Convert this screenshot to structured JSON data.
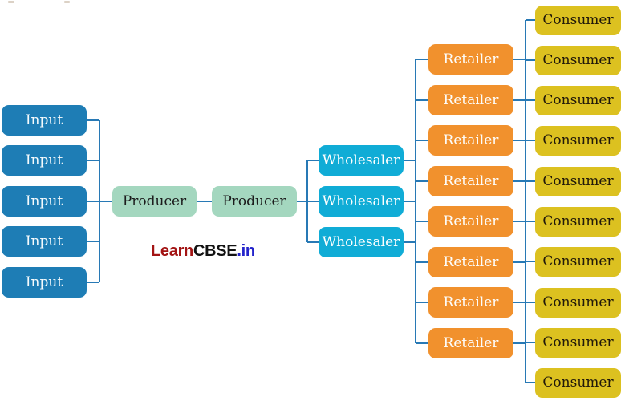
{
  "watermark": {
    "part1": "Learn",
    "part2": "CBSE",
    "part3": ".in"
  },
  "levels": {
    "inputs": {
      "name": "Inputs",
      "items": [
        "Input",
        "Input",
        "Input",
        "Input",
        "Input"
      ]
    },
    "producers": {
      "name": "Producers",
      "items": [
        "Producer",
        "Producer"
      ]
    },
    "wholesalers": {
      "name": "Wholesalers",
      "items": [
        "Wholesaler",
        "Wholesaler",
        "Wholesaler"
      ]
    },
    "retailers": {
      "name": "Retailers",
      "items": [
        "Retailer",
        "Retailer",
        "Retailer",
        "Retailer",
        "Retailer",
        "Retailer",
        "Retailer",
        "Retailer"
      ]
    },
    "consumers": {
      "name": "Consumers",
      "items": [
        "Consumer",
        "Consumer",
        "Consumer",
        "Consumer",
        "Consumer",
        "Consumer",
        "Consumer",
        "Consumer",
        "Consumer",
        "Consumer"
      ]
    }
  },
  "colors": {
    "input": "#1e7db5",
    "producer": "#a4d7bf",
    "wholesaler": "#10acd6",
    "retailer": "#f1912d",
    "consumer": "#dcc120",
    "connector": "#2879b5",
    "watermark_learn": "#a31414",
    "watermark_cbse": "#121212",
    "watermark_in": "#2323cb"
  }
}
